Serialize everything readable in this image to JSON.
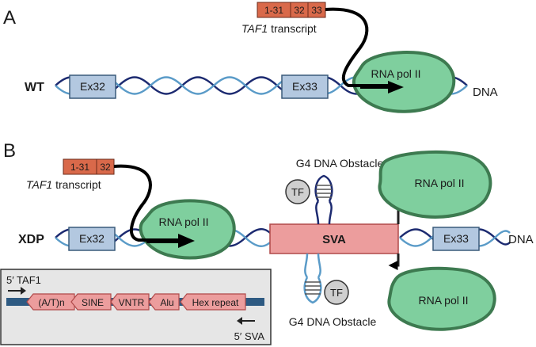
{
  "panel_a": {
    "label": "A",
    "row_label": "WT",
    "transcript_segments": [
      "1-31",
      "32",
      "33"
    ],
    "transcript_caption_gene": "TAF1",
    "transcript_caption_rest": " transcript",
    "exons": [
      "Ex32",
      "Ex33"
    ],
    "polymerase": "RNA pol II",
    "dna": "DNA"
  },
  "panel_b": {
    "label": "B",
    "row_label": "XDP",
    "transcript_segments": [
      "1-31",
      "32"
    ],
    "transcript_caption_gene": "TAF1",
    "transcript_caption_rest": " transcript",
    "exons": [
      "Ex32",
      "Ex33"
    ],
    "sva": "SVA",
    "dna": "DNA",
    "polymerase_main": "RNA pol II",
    "polymerase_top": "RNA pol II",
    "polymerase_bottom": "RNA pol II",
    "g4_top": "G4 DNA Obstacle",
    "g4_bottom": "G4 DNA Obstacle",
    "tf_top": "TF",
    "tf_bottom": "TF"
  },
  "inset": {
    "primer_left": "5′ TAF1",
    "primer_right": "5′ SVA",
    "elements": [
      "(A/T)n",
      "SINE",
      "VNTR",
      "Alu",
      "Hex repeat"
    ]
  },
  "colors": {
    "transcript": "#d9694a",
    "exon": "#b3c8e0",
    "sva": "#ec9d9d",
    "polymerase": "#7fcf9e",
    "polymerase_outline": "#3d7a50",
    "dna_dark": "#1c2a70",
    "dna_light": "#5a9bc8",
    "inset_bg": "#e6e6e6"
  }
}
